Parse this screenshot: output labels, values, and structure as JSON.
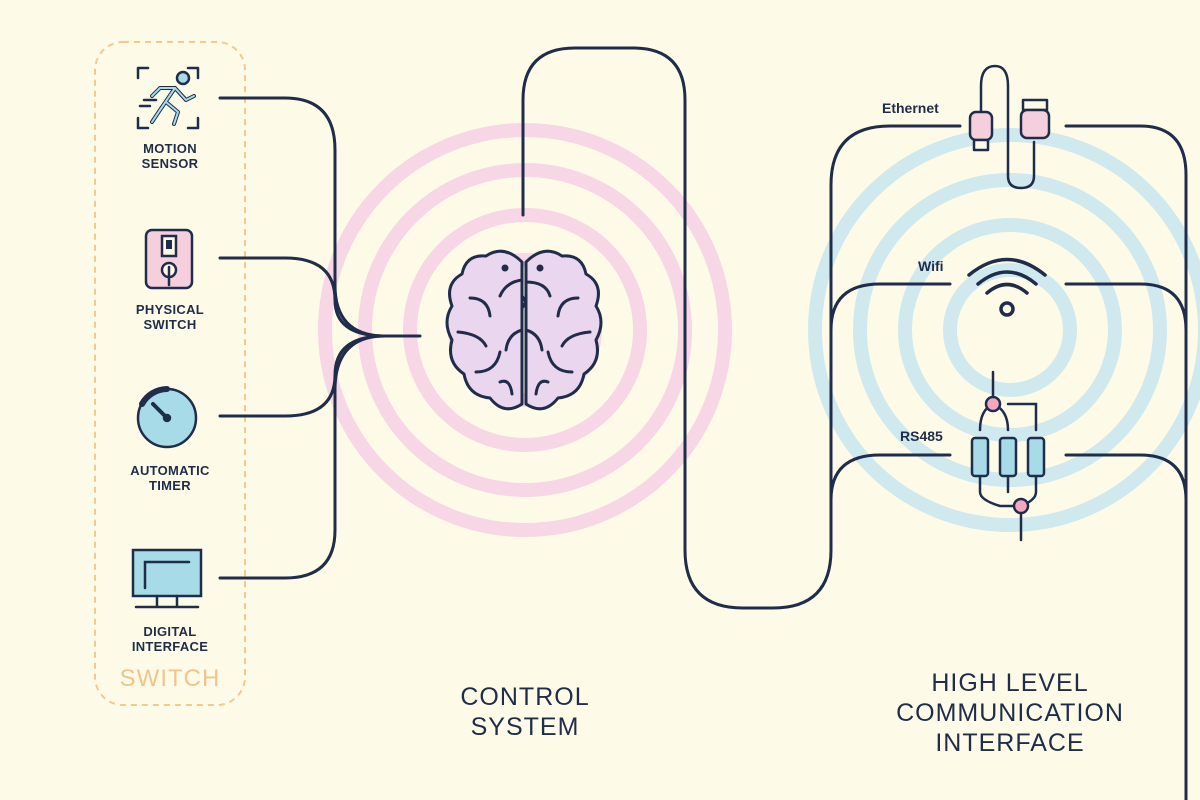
{
  "colors": {
    "background": "#fdfbe7",
    "line": "#1f2d4a",
    "pink": "#f7d6e6",
    "blue": "#cfe9ee",
    "switch_border": "#f3c98e",
    "brain_fill": "#ead6ee",
    "accent_pink": "#f3a8c0",
    "accent_blue": "#9fd8e6"
  },
  "switch": {
    "title": "SWITCH",
    "items": [
      {
        "label": "MOTION\nSENSOR",
        "icon": "running-person-icon"
      },
      {
        "label": "PHYSICAL\nSWITCH",
        "icon": "wall-switch-icon"
      },
      {
        "label": "AUTOMATIC\nTIMER",
        "icon": "timer-gauge-icon"
      },
      {
        "label": "DIGITAL\nINTERFACE",
        "icon": "monitor-icon"
      }
    ]
  },
  "control": {
    "title": "CONTROL\nSYSTEM",
    "icon": "brain-icon"
  },
  "communication": {
    "title": "HIGH LEVEL\nCOMMUNICATION\nINTERFACE",
    "interfaces": [
      {
        "label": "Ethernet",
        "icon": "ethernet-cable-icon"
      },
      {
        "label": "Wifi",
        "icon": "wifi-icon"
      },
      {
        "label": "RS485",
        "icon": "rs485-bus-icon"
      }
    ]
  }
}
